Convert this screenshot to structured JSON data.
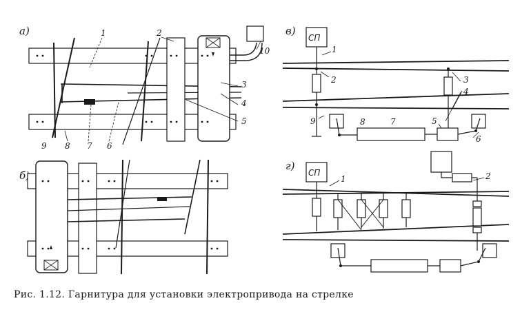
{
  "caption": "Рис. 1.12. Гарнитура для установки электропривода на стрелке",
  "panels": {
    "a": {
      "letter": "а)",
      "labels": {
        "n1": "1",
        "n2": "2",
        "n3": "3",
        "n4": "4",
        "n5": "5",
        "n6": "6",
        "n7": "7",
        "n8": "8",
        "n9": "9",
        "n10": "10"
      }
    },
    "b": {
      "letter": "б)"
    },
    "v": {
      "letter": "в)",
      "box_sp": "СП",
      "labels": {
        "n1": "1",
        "n2": "2",
        "n3": "3",
        "n4": "4",
        "n5": "5",
        "n6": "6",
        "n7": "7",
        "n8": "8",
        "n9": "9"
      }
    },
    "g": {
      "letter": "г)",
      "box_sp": "СП",
      "labels": {
        "n1": "1",
        "n2": "2"
      }
    }
  },
  "colors": {
    "ink": "#1a1a1a",
    "paper": "#ffffff"
  }
}
